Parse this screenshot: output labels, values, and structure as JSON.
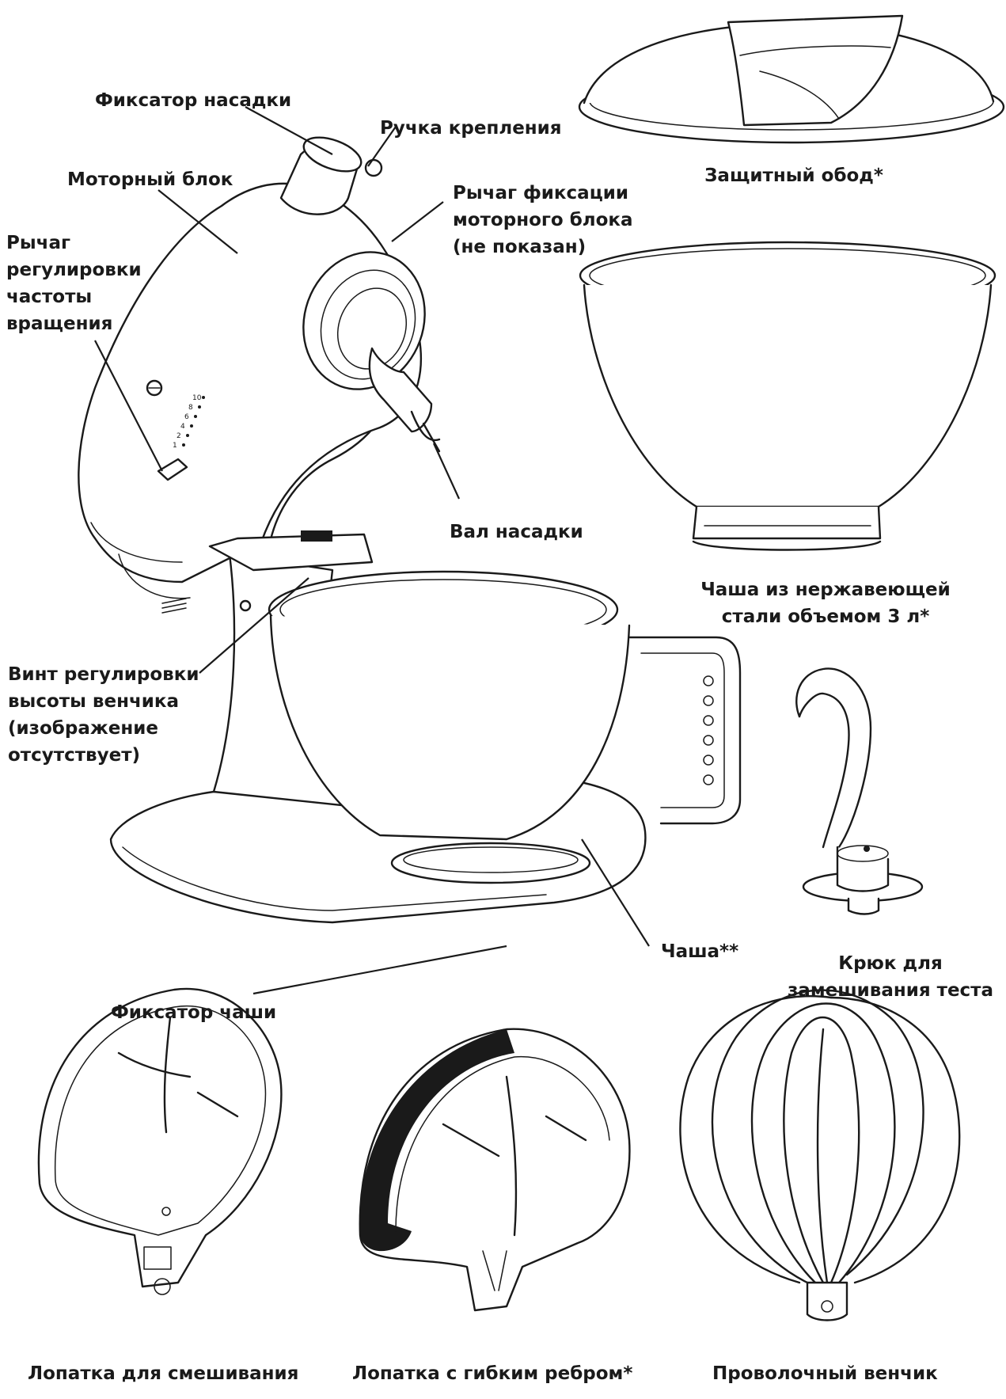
{
  "labels": {
    "attachment_lock": "Фиксатор насадки",
    "attachment_knob": "Ручка крепления",
    "motor_head": "Моторный блок",
    "head_lock_lever": [
      "Рычаг фиксации",
      "моторного блока",
      "(не показан)"
    ],
    "speed_lever": [
      "Рычаг",
      "регулировки",
      "частоты",
      "вращения"
    ],
    "attachment_shaft": "Вал насадки",
    "pouring_shield": "Защитный обод*",
    "steel_bowl": [
      "Чаша из нержавеющей",
      "стали объемом 3 л*"
    ],
    "height_screw": [
      "Винт регулировки",
      "высоты венчика",
      "(изображение",
      "отсутствует)"
    ],
    "bowl": "Чаша**",
    "dough_hook": [
      "Крюк для",
      "замешивания теста"
    ],
    "bowl_lock": "Фиксатор чаши",
    "flat_beater": "Лопатка для смешивания",
    "flex_beater": "Лопатка с гибким ребром*",
    "wire_whip": "Проволочный венчик"
  },
  "speed_marks": [
    "1",
    "2",
    "4",
    "6",
    "8",
    "10"
  ],
  "colors": {
    "ink": "#1a1a1a",
    "edge": "#333333",
    "background": "#ffffff"
  }
}
